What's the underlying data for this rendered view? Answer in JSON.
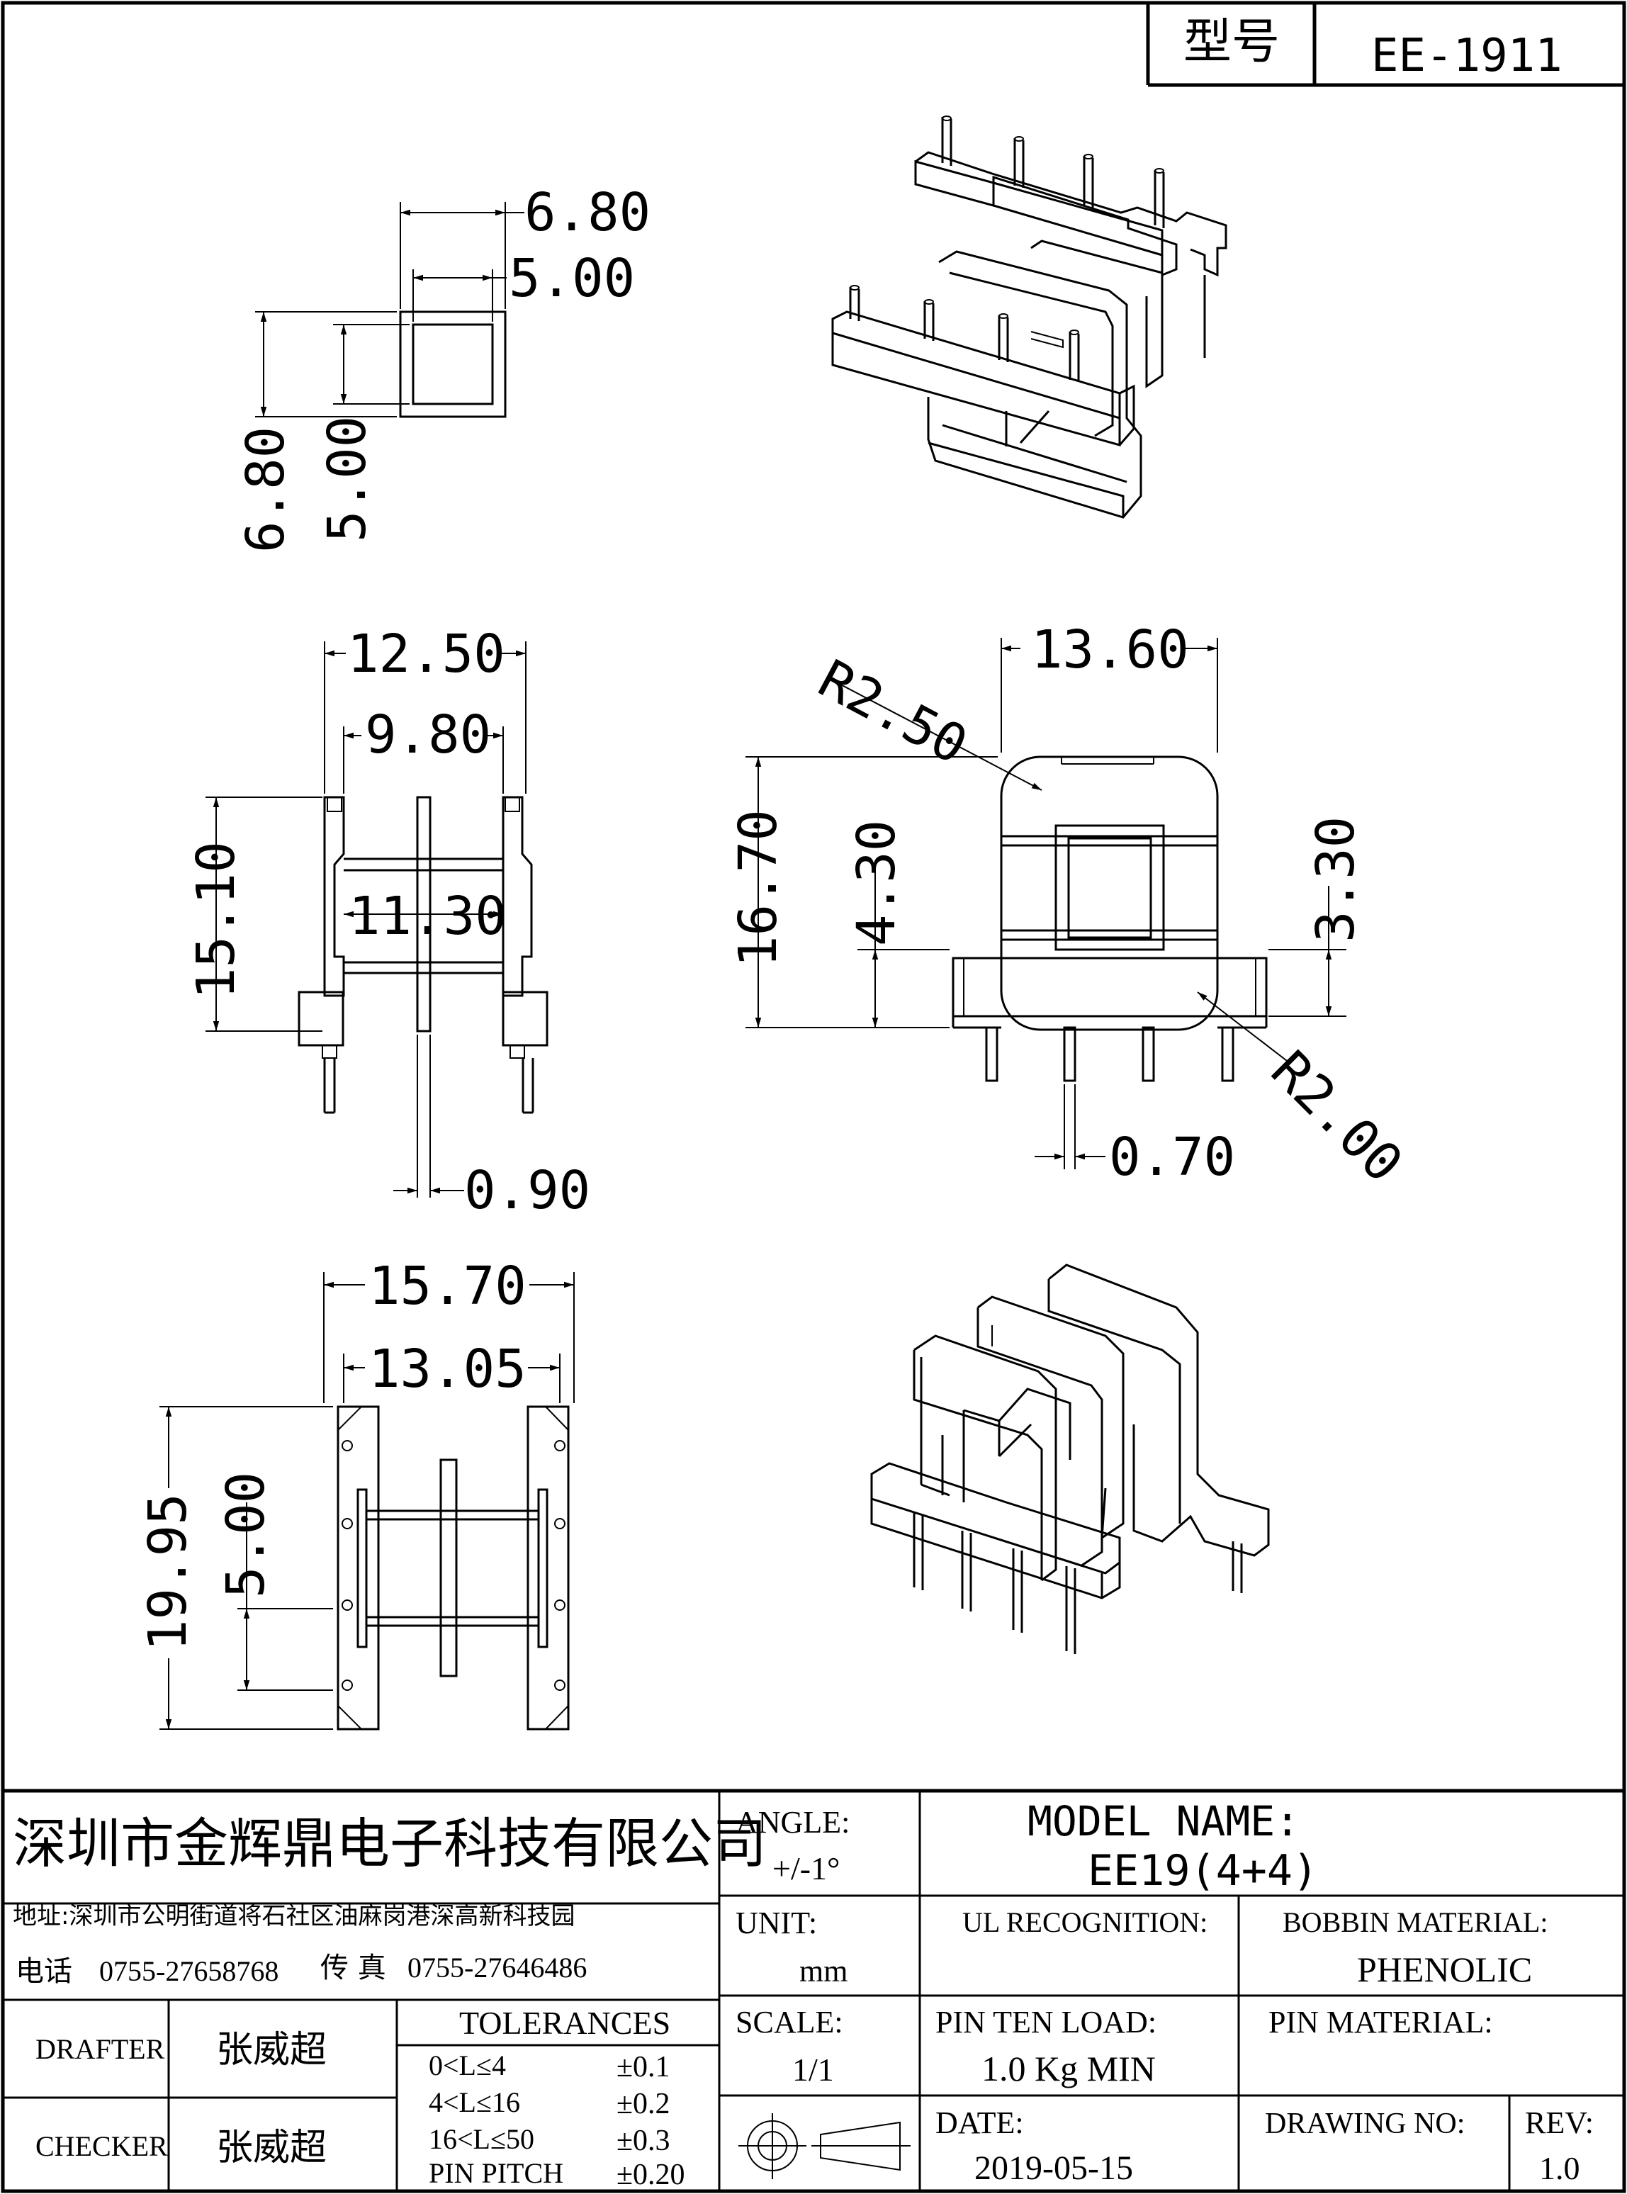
{
  "header": {
    "model_label": "型号",
    "model_value": "EE-1911"
  },
  "dimensions": {
    "top_view": {
      "outer_w": "6.80",
      "inner_w": "5.00",
      "outer_h": "6.80",
      "inner_h": "5.00"
    },
    "side_view": {
      "width_total": "12.50",
      "width_inner": "9.80",
      "height": "15.10",
      "window": "11.30",
      "pin_dia": "0.90"
    },
    "front_view": {
      "width": "13.60",
      "radius_top": "R2.50",
      "height": "16.70",
      "window_h": "4.30",
      "flange_h": "3.30",
      "radius_bottom": "R2.00",
      "pin_w": "0.70"
    },
    "bottom_view": {
      "length": "15.70",
      "pin_span": "13.05",
      "depth": "19.95",
      "pitch": "5.00"
    }
  },
  "title_block": {
    "company": "深圳市金辉鼎电子科技有限公司",
    "address": "地址:深圳市公明街道将石社区油麻岗港深高新科技园",
    "phone_label": "电话",
    "phone": "0755-27658768",
    "fax_label": "传 真",
    "fax": "0755-27646486",
    "angle_label": "ANGLE:",
    "angle_value": "+/-1°",
    "model_name_label": "MODEL NAME:",
    "model_name_value": "EE19(4+4)",
    "unit_label": "UNIT:",
    "unit_value": "mm",
    "ul_label": "UL RECOGNITION:",
    "bobbin_label": "BOBBIN MATERIAL:",
    "bobbin_value": "PHENOLIC",
    "drafter_label": "DRAFTER",
    "drafter_value": "张威超",
    "checker_label": "CHECKER",
    "checker_value": "张威超",
    "tolerances_label": "TOLERANCES",
    "tolerances": [
      {
        "range": "0<L≤4",
        "value": "±0.1"
      },
      {
        "range": "4<L≤16",
        "value": "±0.2"
      },
      {
        "range": "16<L≤50",
        "value": "±0.3"
      },
      {
        "range": "PIN PITCH",
        "value": "±0.20"
      }
    ],
    "scale_label": "SCALE:",
    "scale_value": "1/1",
    "pin_ten_label": "PIN TEN LOAD:",
    "pin_ten_value": "1.0 Kg MIN",
    "pin_material_label": "PIN MATERIAL:",
    "date_label": "DATE:",
    "date_value": "2019-05-15",
    "drawing_no_label": "DRAWING NO:",
    "rev_label": "REV:",
    "rev_value": "1.0"
  }
}
